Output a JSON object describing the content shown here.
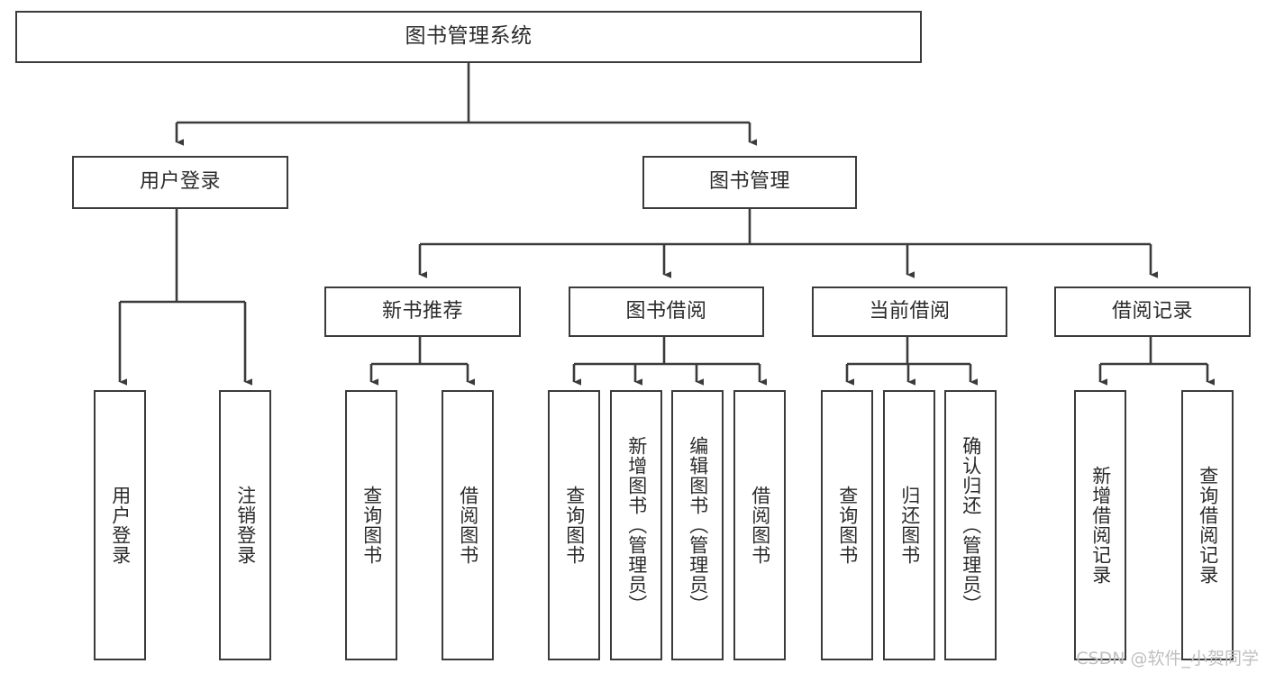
{
  "diagram": {
    "title": "图书管理系统",
    "type": "tree-hierarchy",
    "watermark": "CSDN @软件_小贺同学",
    "colors": {
      "stroke": "#3b3b3b",
      "text": "#2b2b2b",
      "background": "#ffffff",
      "watermark": "#bfbfbf"
    },
    "root": {
      "label": "图书管理系统"
    },
    "level2": [
      {
        "label": "用户登录"
      },
      {
        "label": "图书管理"
      }
    ],
    "level3": [
      {
        "label": "新书推荐"
      },
      {
        "label": "图书借阅"
      },
      {
        "label": "当前借阅"
      },
      {
        "label": "借阅记录"
      }
    ],
    "leaves": {
      "user_login": [
        {
          "label": "用户登录"
        },
        {
          "label": "注销登录"
        }
      ],
      "new_book_recommend": [
        {
          "label": "查询图书"
        },
        {
          "label": "借阅图书"
        }
      ],
      "book_borrow": [
        {
          "label": "查询图书"
        },
        {
          "label": "新增图书（管理员）"
        },
        {
          "label": "编辑图书（管理员）"
        },
        {
          "label": "借阅图书"
        }
      ],
      "current_borrow": [
        {
          "label": "查询图书"
        },
        {
          "label": "归还图书"
        },
        {
          "label": "确认归还（管理员）"
        }
      ],
      "borrow_record": [
        {
          "label": "新增借阅记录"
        },
        {
          "label": "查询借阅记录"
        }
      ]
    }
  }
}
